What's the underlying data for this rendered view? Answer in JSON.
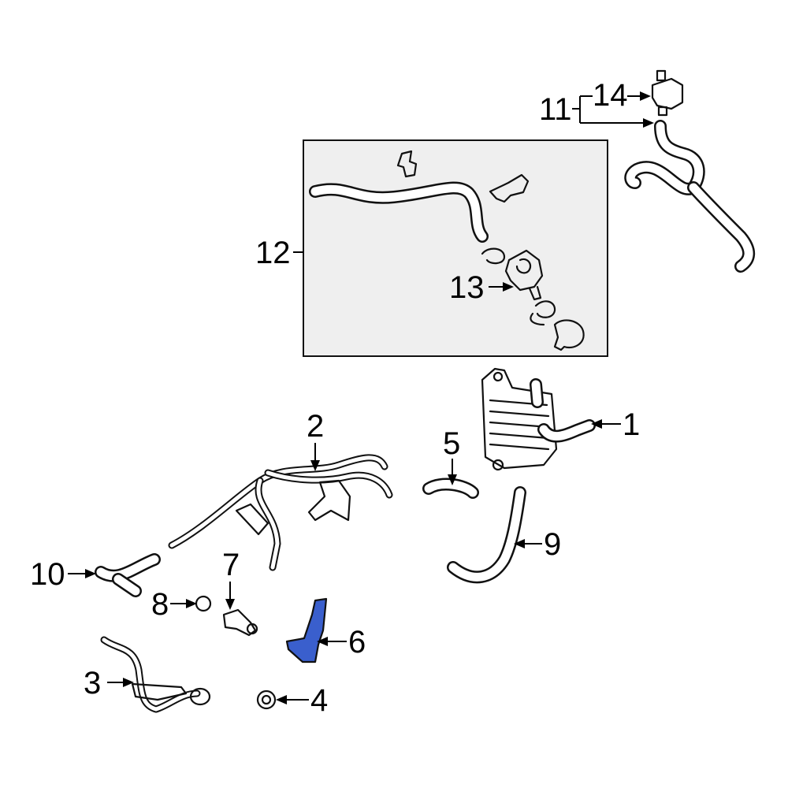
{
  "callouts": {
    "c1": "1",
    "c2": "2",
    "c3": "3",
    "c4": "4",
    "c5": "5",
    "c6": "6",
    "c7": "7",
    "c8": "8",
    "c9": "9",
    "c10": "10",
    "c11": "11",
    "c12": "12",
    "c13": "13",
    "c14": "14"
  },
  "colors": {
    "highlight": "#3a5fcd",
    "line": "#111111",
    "inset_fill": "#efefef"
  }
}
